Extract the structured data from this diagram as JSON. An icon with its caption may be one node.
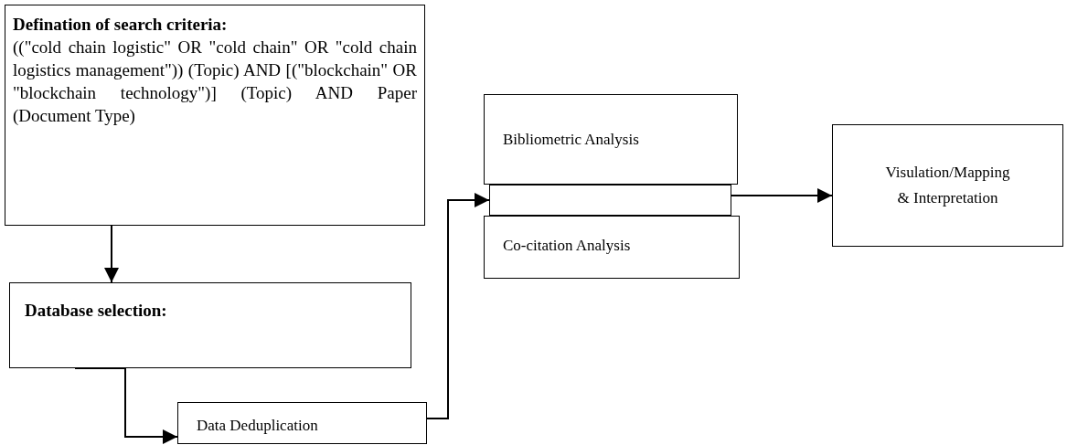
{
  "diagram": {
    "nodes": [
      {
        "text": [
          "Defination of search criteria:",
          "((\"cold chain logistic\" OR \"cold chain\" OR \"cold chain logistics management\")) (Topic) AND [(\"blockchain\" OR \"blockchain technology\")] (Topic) AND Paper (Document Type)"
        ]
      },
      {
        "text": [
          "Database selection:"
        ]
      },
      {
        "text": [
          "Data Deduplication"
        ]
      },
      {
        "text": [
          "Bibliometric Analysis"
        ]
      },
      {
        "text": [],
        "shape": "box"
      },
      {
        "text": [
          "Co-citation Analysis"
        ]
      },
      {
        "text": [
          "Visulation/Mapping & Interpretation"
        ]
      }
    ],
    "edges": [
      {
        "from": 0,
        "to": 1,
        "arrow": "to"
      },
      {
        "from": 1,
        "to": 2,
        "arrow": "to"
      },
      {
        "from": 2,
        "to": 4,
        "arrow": "to"
      },
      {
        "from": 4,
        "to": 6,
        "arrow": "to"
      }
    ]
  }
}
